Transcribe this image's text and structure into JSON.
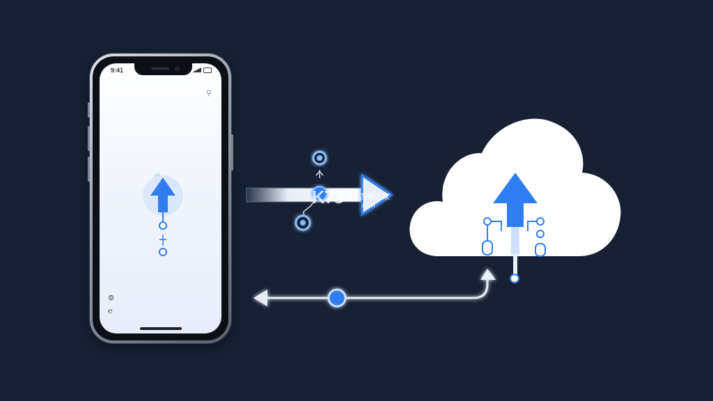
{
  "phone": {
    "status_time": "9:41",
    "dash_label": "///"
  },
  "watermark": {
    "logo": "K73",
    "site": "游戏之家",
    "domain": ".com"
  },
  "colors": {
    "background": "#182133",
    "accent_blue": "#2f7df0",
    "light_blue": "#8ec0ff",
    "cloud": "#ffffff"
  },
  "icons": {
    "upload": "arrow-up-icon",
    "cloud": "cloud-icon",
    "sync_back": "arrow-left-icon",
    "send": "arrow-right-icon"
  }
}
